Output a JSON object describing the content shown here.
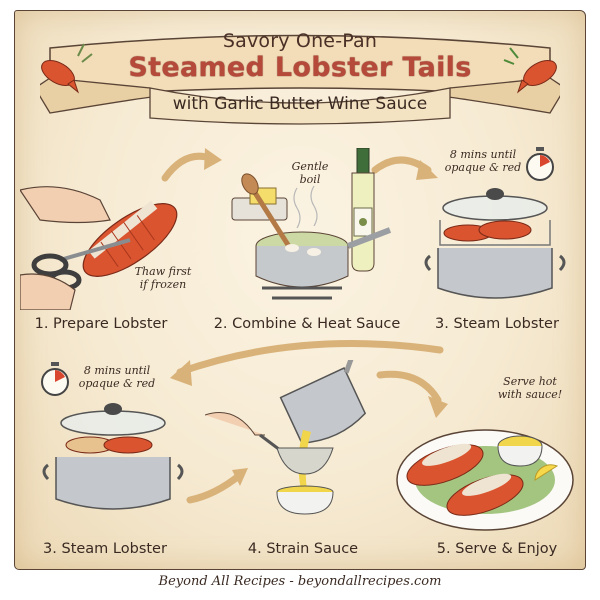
{
  "banner": {
    "line1": "Savory One-Pan",
    "title": "Steamed Lobster Tails",
    "line3": "with Garlic Butter Wine Sauce"
  },
  "steps": [
    {
      "label": "1. Prepare Lobster",
      "note": "Thaw first\nif frozen",
      "icon": "scissors-lobster-icon"
    },
    {
      "label": "2. Combine & Heat Sauce",
      "note": "Gentle\nboil",
      "icon": "saucepan-wine-icon"
    },
    {
      "label": "3. Steam Lobster",
      "note": "8 mins until\nopaque & red",
      "icon": "steamer-pot-icon"
    },
    {
      "label": "3. Steam Lobster",
      "note": "8 mins until\nopaque & red",
      "icon": "steamer-pot-icon"
    },
    {
      "label": "4. Strain Sauce",
      "note": "",
      "icon": "strainer-bowl-icon"
    },
    {
      "label": "5. Serve & Enjoy",
      "note": "Serve hot\nwith sauce!",
      "icon": "plated-lobster-icon"
    }
  ],
  "footer": "Beyond All Recipes - beyondallrecipes.com",
  "colors": {
    "parchment": "#f6ead2",
    "title_red": "#b5493a",
    "ink": "#3a2a22",
    "arrow": "#d9b27a",
    "lobster": "#d9542f",
    "steel": "#b9bcc0",
    "butter": "#f1d54a"
  }
}
